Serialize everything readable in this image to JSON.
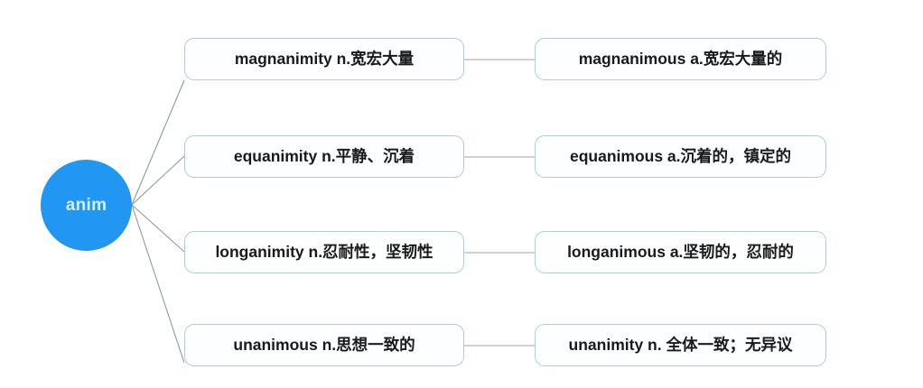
{
  "diagram": {
    "type": "mind-map",
    "root": {
      "label": "anim",
      "shape": "circle",
      "fill_color": "#2196f3",
      "text_color": "#d8eefc"
    },
    "style": {
      "box_border_color": "#a9cfdc",
      "box_fill_color": "#fdfeff",
      "connector_color": "#8d9aa3",
      "background_color": "#ffffff"
    },
    "rows": [
      {
        "left": "magnanimity n.宽宏大量",
        "right": "magnanimous a.宽宏大量的"
      },
      {
        "left": "equanimity n.平静、沉着",
        "right": "equanimous a.沉着的，镇定的"
      },
      {
        "left": "longanimity n.忍耐性，坚韧性",
        "right": "longanimous a.坚韧的，忍耐的"
      },
      {
        "left": "unanimous n.思想一致的",
        "right": "unanimity n. 全体一致；无异议"
      }
    ]
  }
}
